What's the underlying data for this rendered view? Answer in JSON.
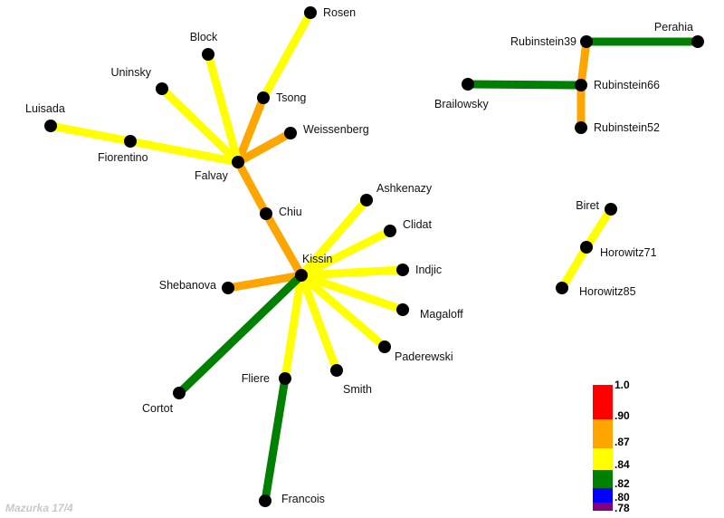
{
  "caption": "Mazurka 17/4",
  "colors": {
    "orange": "#ffa500",
    "yellow": "#ffff00",
    "green": "#008000",
    "node": "#000000"
  },
  "nodes": [
    {
      "id": "Rosen",
      "label": "Rosen"
    },
    {
      "id": "Block",
      "label": "Block"
    },
    {
      "id": "Uninsky",
      "label": "Uninsky"
    },
    {
      "id": "Tsong",
      "label": "Tsong"
    },
    {
      "id": "Luisada",
      "label": "Luisada"
    },
    {
      "id": "Weissenberg",
      "label": "Weissenberg"
    },
    {
      "id": "Fiorentino",
      "label": "Fiorentino"
    },
    {
      "id": "Falvay",
      "label": "Falvay"
    },
    {
      "id": "Chiu",
      "label": "Chiu"
    },
    {
      "id": "Ashkenazy",
      "label": "Ashkenazy"
    },
    {
      "id": "Clidat",
      "label": "Clidat"
    },
    {
      "id": "Kissin",
      "label": "Kissin"
    },
    {
      "id": "Indjic",
      "label": "Indjic"
    },
    {
      "id": "Shebanova",
      "label": "Shebanova"
    },
    {
      "id": "Magaloff",
      "label": "Magaloff"
    },
    {
      "id": "Paderewski",
      "label": "Paderewski"
    },
    {
      "id": "Smith",
      "label": "Smith"
    },
    {
      "id": "Fliere",
      "label": "Fliere"
    },
    {
      "id": "Cortot",
      "label": "Cortot"
    },
    {
      "id": "Francois",
      "label": "Francois"
    },
    {
      "id": "Rubinstein39",
      "label": "Rubinstein39"
    },
    {
      "id": "Perahia",
      "label": "Perahia"
    },
    {
      "id": "Brailowsky",
      "label": "Brailowsky"
    },
    {
      "id": "Rubinstein66",
      "label": "Rubinstein66"
    },
    {
      "id": "Rubinstein52",
      "label": "Rubinstein52"
    },
    {
      "id": "Biret",
      "label": "Biret"
    },
    {
      "id": "Horowitz71",
      "label": "Horowitz71"
    },
    {
      "id": "Horowitz85",
      "label": "Horowitz85"
    }
  ],
  "edges": [
    {
      "from": "Rosen",
      "to": "Tsong",
      "color": "yellow"
    },
    {
      "from": "Tsong",
      "to": "Falvay",
      "color": "orange"
    },
    {
      "from": "Block",
      "to": "Falvay",
      "color": "yellow"
    },
    {
      "from": "Uninsky",
      "to": "Falvay",
      "color": "yellow"
    },
    {
      "from": "Weissenberg",
      "to": "Falvay",
      "color": "orange"
    },
    {
      "from": "Luisada",
      "to": "Fiorentino",
      "color": "yellow"
    },
    {
      "from": "Fiorentino",
      "to": "Falvay",
      "color": "yellow"
    },
    {
      "from": "Falvay",
      "to": "Chiu",
      "color": "orange"
    },
    {
      "from": "Chiu",
      "to": "Kissin",
      "color": "orange"
    },
    {
      "from": "Kissin",
      "to": "Ashkenazy",
      "color": "yellow"
    },
    {
      "from": "Kissin",
      "to": "Clidat",
      "color": "yellow"
    },
    {
      "from": "Kissin",
      "to": "Indjic",
      "color": "yellow"
    },
    {
      "from": "Kissin",
      "to": "Magaloff",
      "color": "yellow"
    },
    {
      "from": "Kissin",
      "to": "Paderewski",
      "color": "yellow"
    },
    {
      "from": "Kissin",
      "to": "Smith",
      "color": "yellow"
    },
    {
      "from": "Kissin",
      "to": "Fliere",
      "color": "yellow"
    },
    {
      "from": "Kissin",
      "to": "Shebanova",
      "color": "orange"
    },
    {
      "from": "Kissin",
      "to": "Cortot",
      "color": "green"
    },
    {
      "from": "Fliere",
      "to": "Francois",
      "color": "green"
    },
    {
      "from": "Rubinstein39",
      "to": "Perahia",
      "color": "green"
    },
    {
      "from": "Rubinstein39",
      "to": "Rubinstein66",
      "color": "orange"
    },
    {
      "from": "Brailowsky",
      "to": "Rubinstein66",
      "color": "green"
    },
    {
      "from": "Rubinstein66",
      "to": "Rubinstein52",
      "color": "orange"
    },
    {
      "from": "Biret",
      "to": "Horowitz71",
      "color": "yellow"
    },
    {
      "from": "Horowitz71",
      "to": "Horowitz85",
      "color": "yellow"
    }
  ],
  "legend": [
    {
      "label": "1.0",
      "color": "#ff0000"
    },
    {
      "label": ".90",
      "color": "#ffa500"
    },
    {
      "label": ".87",
      "color": "#ffff00"
    },
    {
      "label": ".84",
      "color": "#008000"
    },
    {
      "label": ".82",
      "color": "#0000ff"
    },
    {
      "label": ".80",
      "color": "#800080"
    },
    {
      "label": ".78",
      "color": ""
    }
  ]
}
